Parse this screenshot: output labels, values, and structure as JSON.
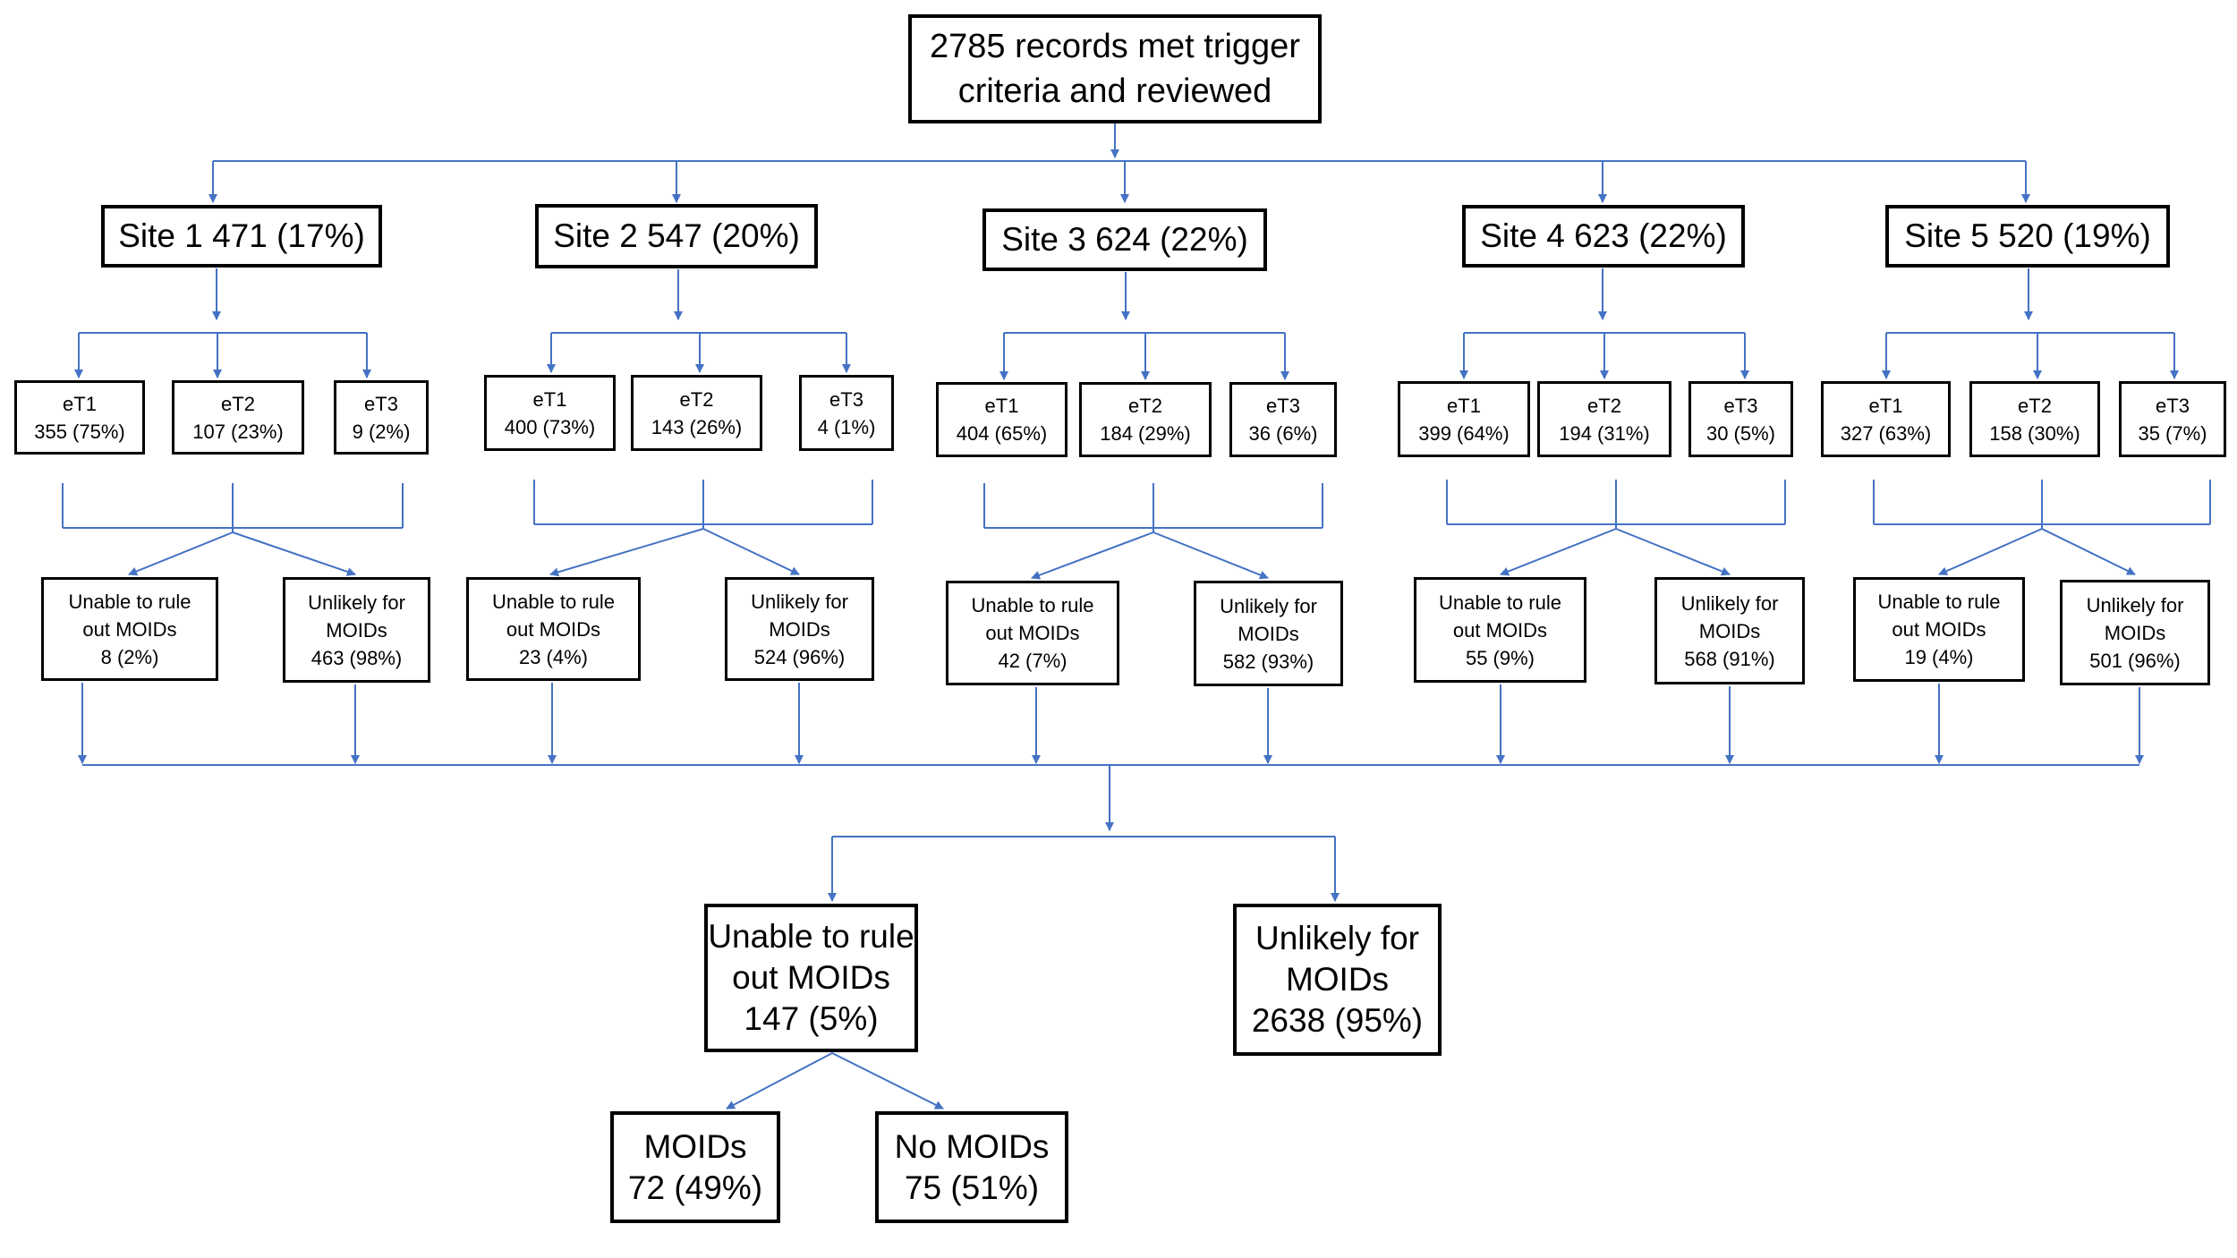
{
  "accent_color": "#4472c4",
  "top": {
    "line1": "2785 records met trigger",
    "line2": "criteria and reviewed"
  },
  "sites": [
    {
      "label": "Site 1 471 (17%)",
      "tiers": [
        {
          "name": "eT1",
          "value": "355 (75%)"
        },
        {
          "name": "eT2",
          "value": "107 (23%)"
        },
        {
          "name": "eT3",
          "value": "9 (2%)"
        }
      ],
      "unable": {
        "line1": "Unable to rule",
        "line2": "out MOIDs",
        "value": "8 (2%)"
      },
      "unlikely": {
        "line1": "Unlikely for",
        "line2": "MOIDs",
        "value": "463 (98%)"
      }
    },
    {
      "label": "Site 2 547 (20%)",
      "tiers": [
        {
          "name": "eT1",
          "value": "400 (73%)"
        },
        {
          "name": "eT2",
          "value": "143 (26%)"
        },
        {
          "name": "eT3",
          "value": "4 (1%)"
        }
      ],
      "unable": {
        "line1": "Unable to rule",
        "line2": "out MOIDs",
        "value": "23 (4%)"
      },
      "unlikely": {
        "line1": "Unlikely for",
        "line2": "MOIDs",
        "value": "524 (96%)"
      }
    },
    {
      "label": "Site 3 624 (22%)",
      "tiers": [
        {
          "name": "eT1",
          "value": "404 (65%)"
        },
        {
          "name": "eT2",
          "value": "184 (29%)"
        },
        {
          "name": "eT3",
          "value": "36 (6%)"
        }
      ],
      "unable": {
        "line1": "Unable to rule",
        "line2": "out MOIDs",
        "value": "42 (7%)"
      },
      "unlikely": {
        "line1": "Unlikely for",
        "line2": "MOIDs",
        "value": "582 (93%)"
      }
    },
    {
      "label": "Site 4 623 (22%)",
      "tiers": [
        {
          "name": "eT1",
          "value": "399 (64%)"
        },
        {
          "name": "eT2",
          "value": "194 (31%)"
        },
        {
          "name": "eT3",
          "value": "30 (5%)"
        }
      ],
      "unable": {
        "line1": "Unable to rule",
        "line2": "out MOIDs",
        "value": "55 (9%)"
      },
      "unlikely": {
        "line1": "Unlikely for",
        "line2": "MOIDs",
        "value": "568 (91%)"
      }
    },
    {
      "label": "Site 5 520 (19%)",
      "tiers": [
        {
          "name": "eT1",
          "value": "327 (63%)"
        },
        {
          "name": "eT2",
          "value": "158 (30%)"
        },
        {
          "name": "eT3",
          "value": "35 (7%)"
        }
      ],
      "unable": {
        "line1": "Unable to rule",
        "line2": "out MOIDs",
        "value": "19 (4%)"
      },
      "unlikely": {
        "line1": "Unlikely for",
        "line2": "MOIDs",
        "value": "501 (96%)"
      }
    }
  ],
  "total_unable": {
    "line1": "Unable to rule",
    "line2": "out MOIDs",
    "value": "147 (5%)"
  },
  "total_unlikely": {
    "line1": "Unlikely for",
    "line2": "MOIDs",
    "value": "2638 (95%)"
  },
  "moids": {
    "line1": "MOIDs",
    "value": "72 (49%)"
  },
  "no_moids": {
    "line1": "No MOIDs",
    "value": "75 (51%)"
  }
}
